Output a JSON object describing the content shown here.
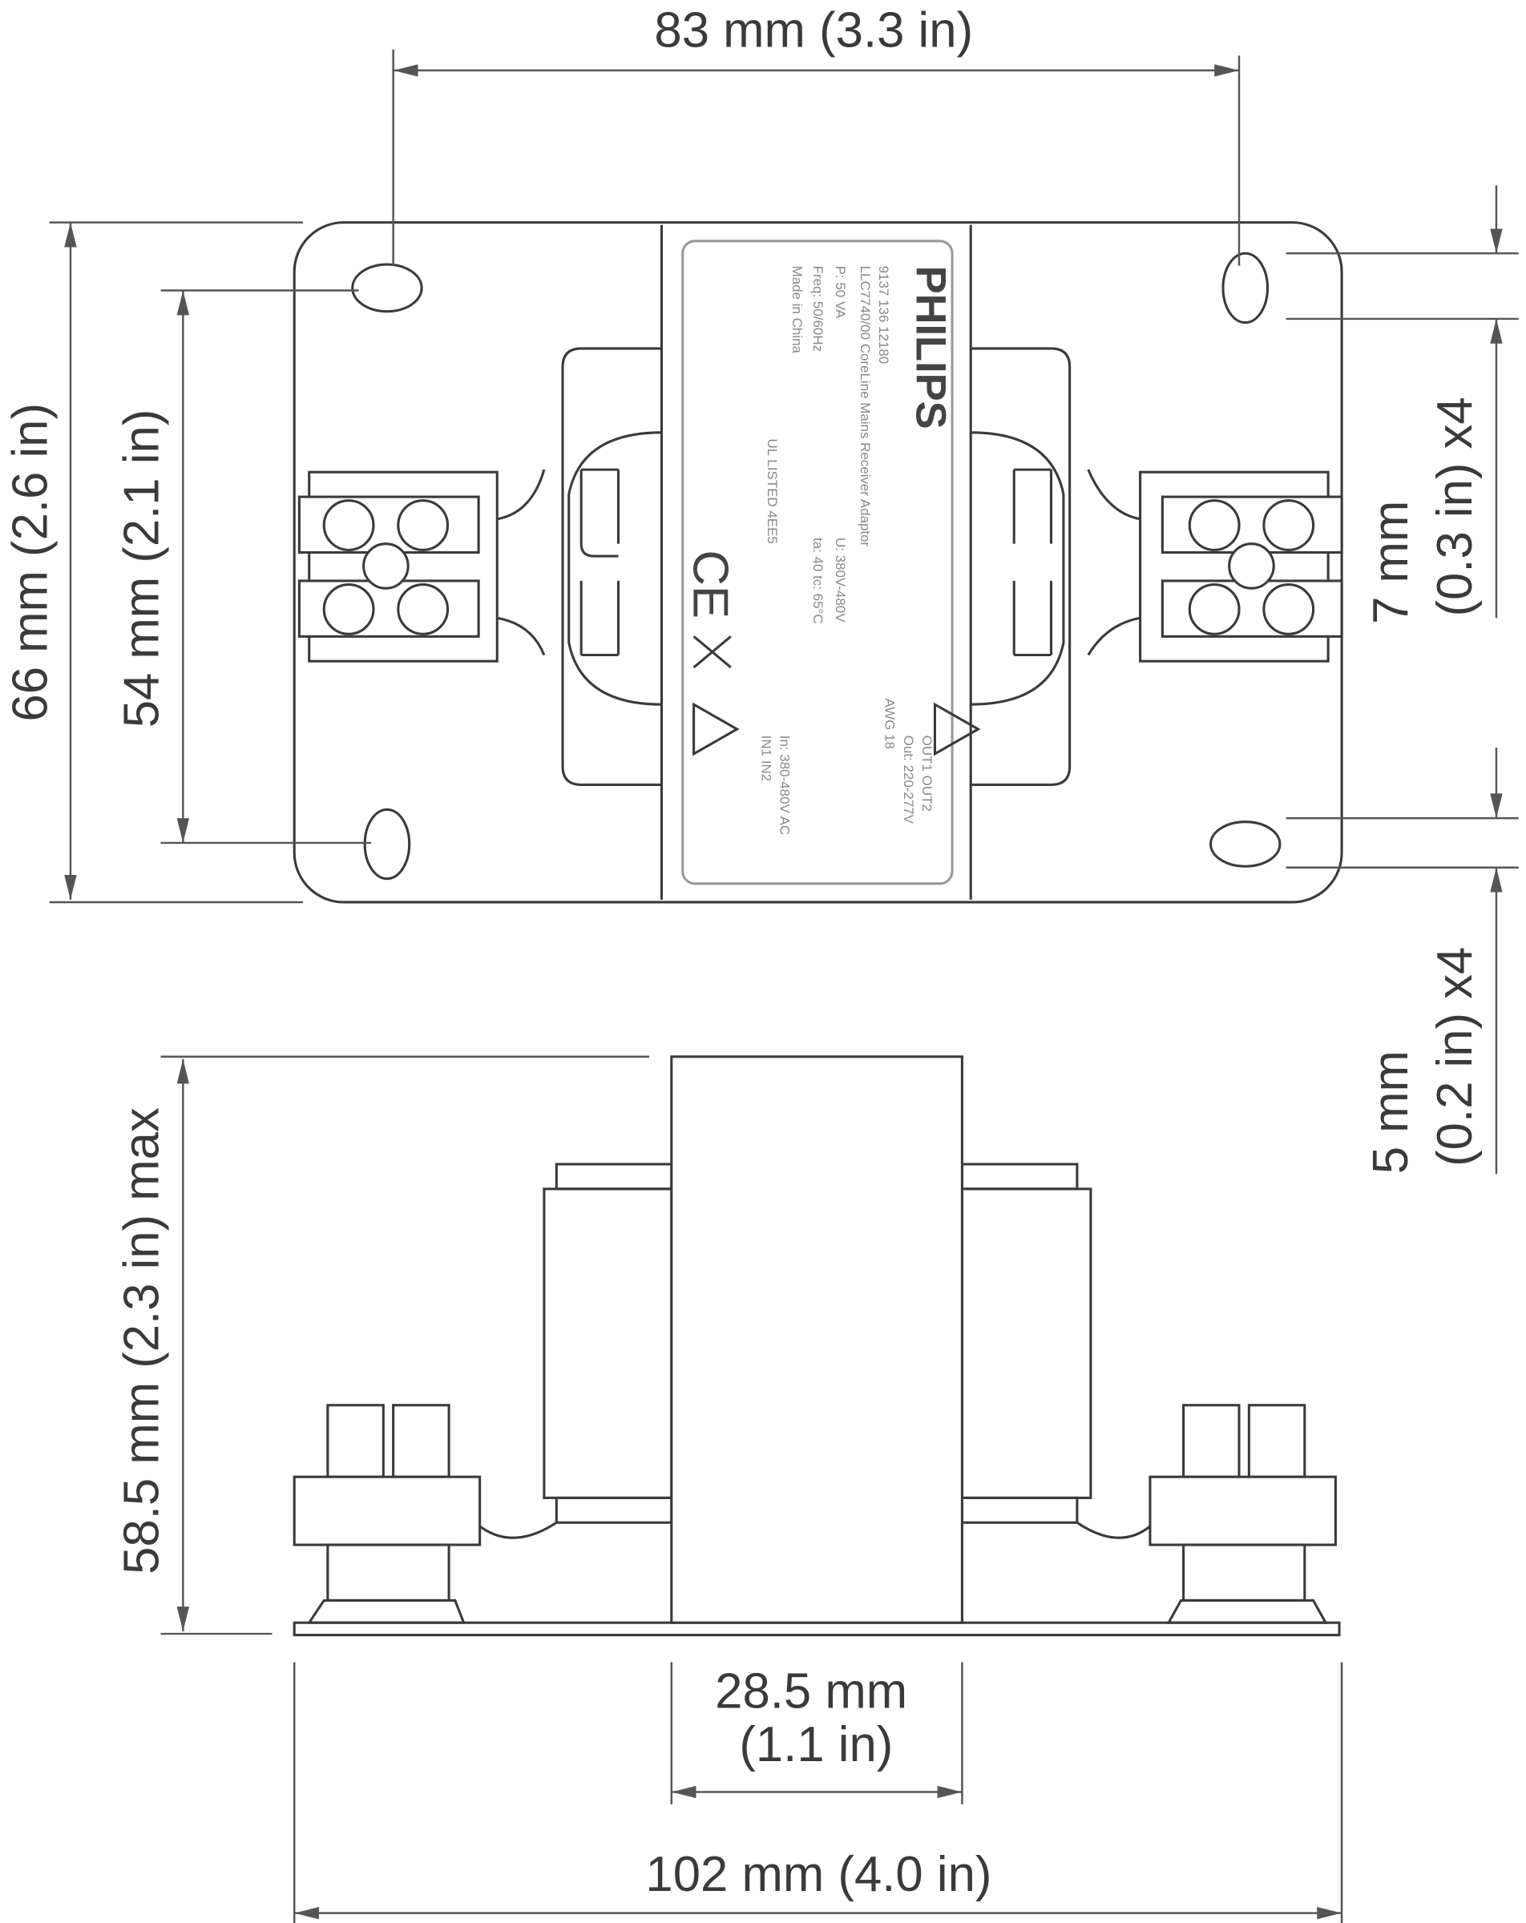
{
  "dimensions": {
    "width_holes": "83 mm (3.3 in)",
    "height_total": "66 mm (2.6 in)",
    "height_holes": "54 mm (2.1 in)",
    "slot_length_mm": "7 mm",
    "slot_length_in": "(0.3 in) x4",
    "slot_width_mm": "5 mm",
    "slot_width_in": "(0.2 in) x4",
    "height_max": "58.5 mm (2.3 in) max",
    "core_width_mm": "28.5 mm",
    "core_width_in": "(1.1 in)",
    "length_total": "102 mm (4.0 in)"
  },
  "label": {
    "brand": "PHILIPS",
    "line1": "9137 136 12180",
    "line2": "LLC7740/00 CoreLine Mains Receiver Adaptor",
    "power": "P: 50 VA",
    "voltage_u": "U: 380V-480V",
    "freq": "Freq: 50/60Hz",
    "temp": "ta: 40  tc: 65°C",
    "made_in": "Made in China",
    "ul": "UL LISTED 4EE5",
    "in_voltage": "In: 380-480V AC",
    "out_voltage": "Out: 220-277V",
    "in_terms": "IN1  IN2",
    "out_terms": "OUT1 OUT2",
    "wire": "AWG 18"
  }
}
